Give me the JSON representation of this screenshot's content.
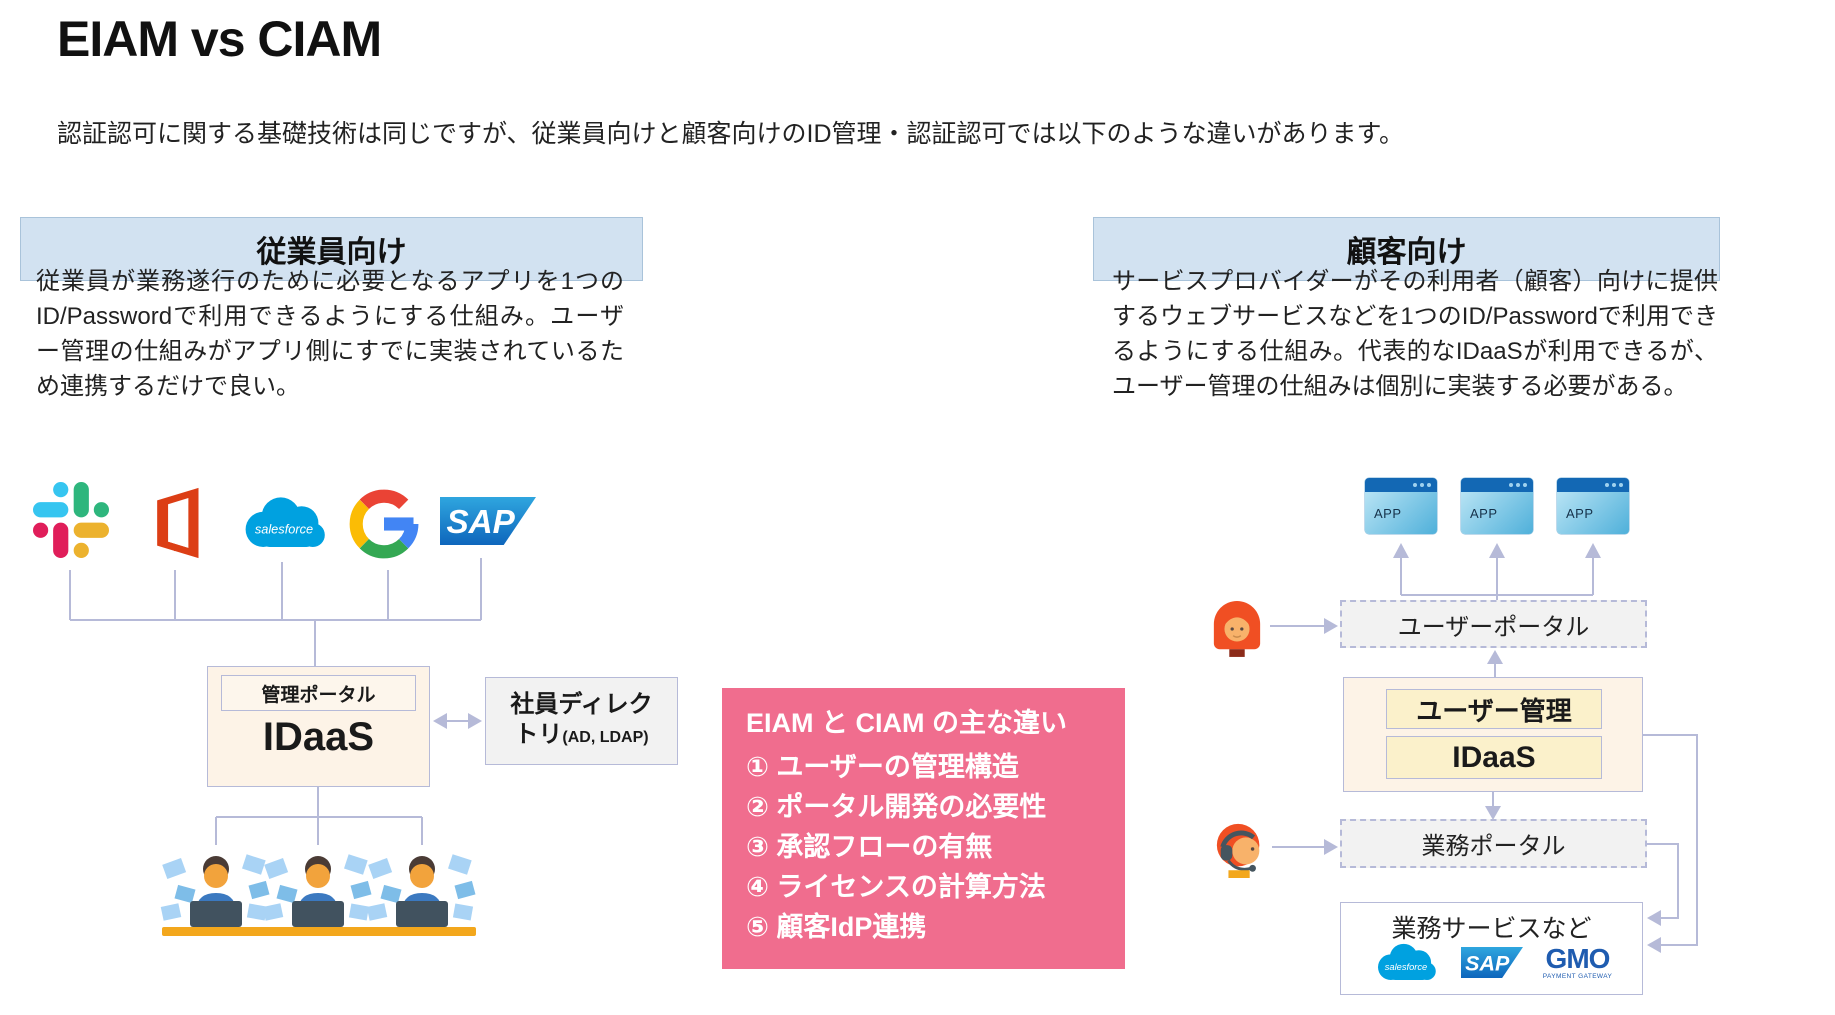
{
  "page": {
    "title": "EIAM vs CIAM",
    "subtitle": "認証認可に関する基礎技術は同じですが、従業員向けと顧客向けのID管理・認証認可では以下のような違いがあります。"
  },
  "eiam": {
    "header": "従業員向け",
    "description": "従業員が業務遂行のために必要となるアプリを1つのID/Passwordで利用できるようにする仕組み。ユーザー管理の仕組みがアプリ側にすでに実装されているため連携するだけで良い。",
    "app_logos": [
      "slack",
      "microsoft-office",
      "salesforce",
      "google",
      "sap"
    ],
    "salesforce_label": "salesforce",
    "sap_label": "SAP",
    "idaas_box": {
      "portal_label": "管理ポータル",
      "label": "IDaaS"
    },
    "directory_box": {
      "line1": "社員ディレク",
      "line2": "トリ",
      "suffix": "(AD, LDAP)"
    }
  },
  "differences": {
    "title": "EIAM と CIAM の主な違い",
    "items": [
      "① ユーザーの管理構造",
      "② ポータル開発の必要性",
      "③ 承認フローの有無",
      "④ ライセンスの計算方法",
      "⑤ 顧客IdP連携"
    ],
    "background_color": "#f06d8e"
  },
  "ciam": {
    "header": "顧客向け",
    "description": "サービスプロバイダーがその利用者（顧客）向けに提供するウェブサービスなどを1つのID/Passwordで利用できるようにする仕組み。代表的なIDaaSが利用できるが、ユーザー管理の仕組みは個別に実装する必要がある。",
    "app_label": "APP",
    "user_portal": "ユーザーポータル",
    "user_mgmt": "ユーザー管理",
    "idaas": "IDaaS",
    "business_portal": "業務ポータル",
    "business_services": {
      "title": "業務サービスなど",
      "salesforce_label": "salesforce",
      "sap_label": "SAP",
      "gmo_label": "GMO",
      "gmo_sub": "PAYMENT GATEWAY"
    }
  },
  "colors": {
    "section_header_bg": "#d2e2f1",
    "peach_bg": "#fdf3e7",
    "yellow_bg": "#fbf1cb",
    "gray_bg": "#f2f2f2",
    "connector": "#b6bad8",
    "pink": "#f06d8e"
  }
}
